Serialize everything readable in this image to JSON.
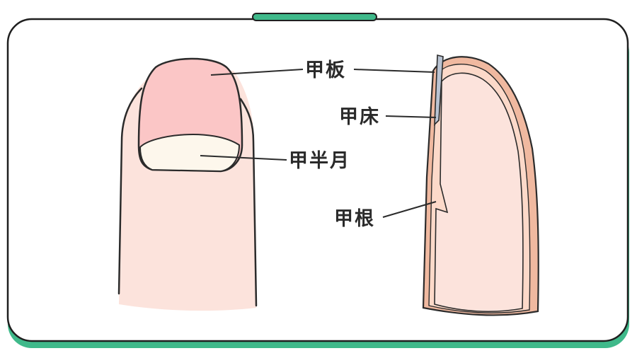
{
  "labels": {
    "nail_plate": "甲板",
    "nail_bed": "甲床",
    "lunula": "甲半月",
    "nail_root": "甲根"
  },
  "colors": {
    "frame_border": "#1f1f1f",
    "accent_green": "#3fb98a",
    "skin": "#fce3dc",
    "skin_outline": "#2b2b2b",
    "nail_plate": "#fbc6c6",
    "lunula": "#fdf7ec",
    "side_skin_mid": "#f0b9a0",
    "side_nail": "#b9c3d2"
  }
}
